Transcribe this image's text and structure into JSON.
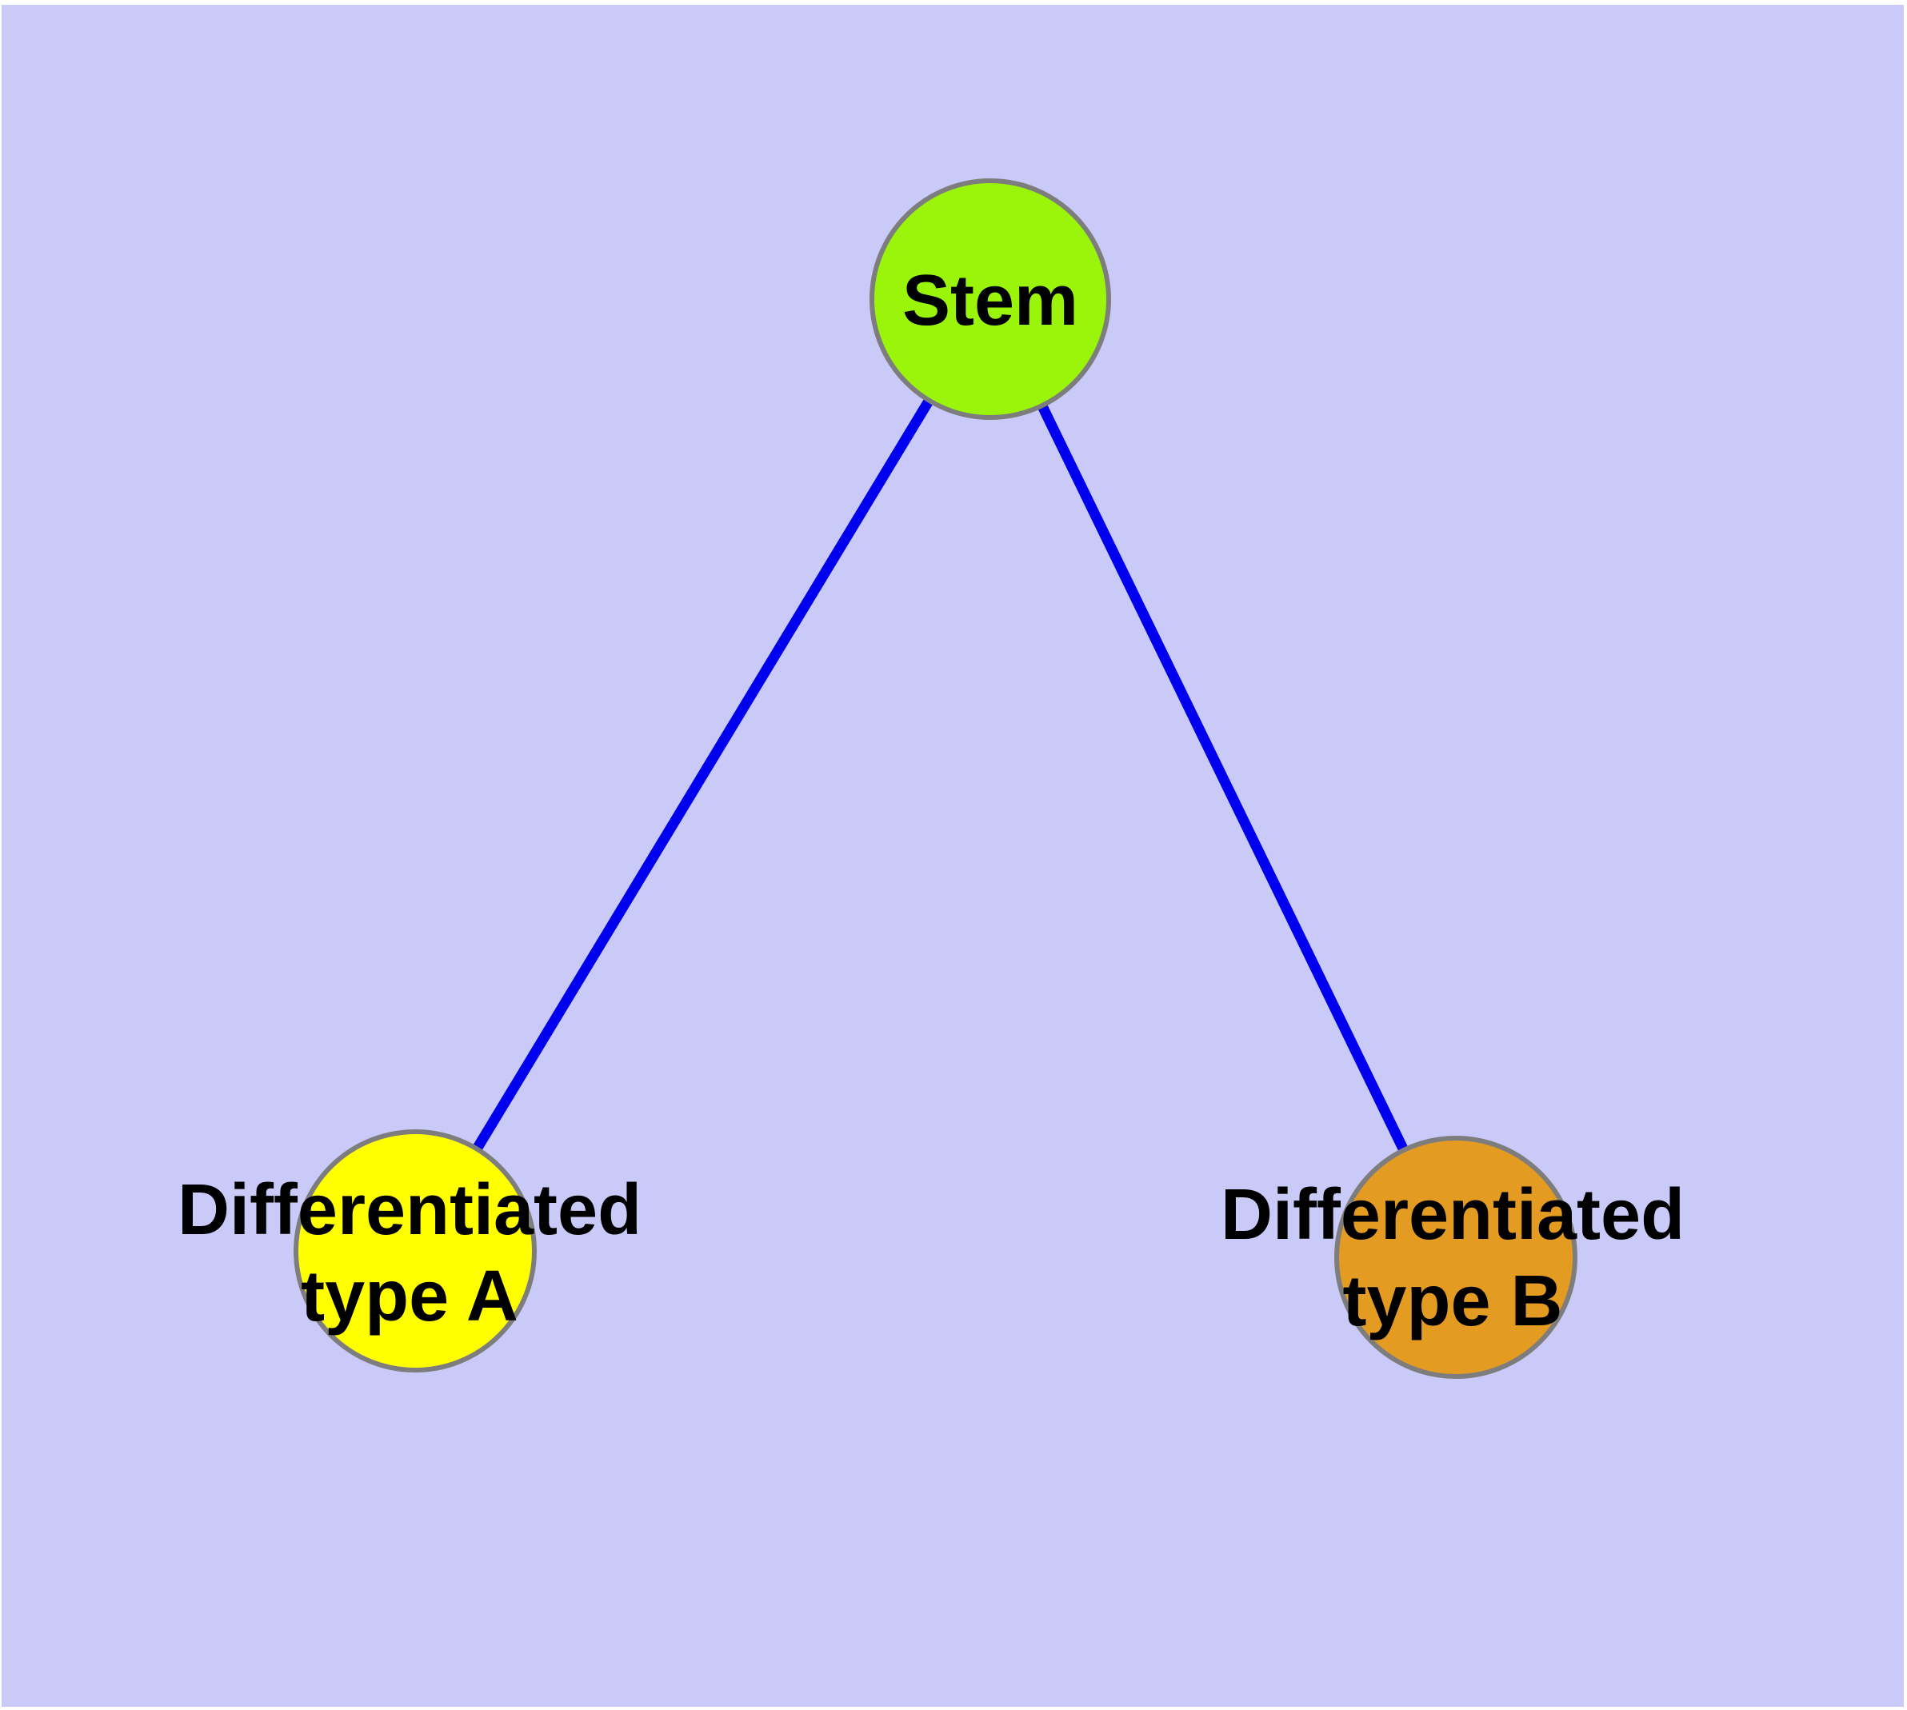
{
  "diagram": {
    "background_color": "#CACAF8",
    "frame_color": "#FFFFFF",
    "edge_color": "#0000EE",
    "node_border_color": "#7D7D7D",
    "label_color": "#000000",
    "nodes": [
      {
        "id": "stem",
        "label_lines": [
          "Stem"
        ],
        "color": "#9AF50A"
      },
      {
        "id": "differentiated-type-a",
        "label_lines": [
          "Differentiated",
          "type A"
        ],
        "color": "#FFFF00"
      },
      {
        "id": "differentiated-type-b",
        "label_lines": [
          "Differentiated",
          "type B"
        ],
        "color": "#E49B22"
      }
    ],
    "edges": [
      {
        "from": "Stem",
        "to": "Differentiated type A"
      },
      {
        "from": "Stem",
        "to": "Differentiated type B"
      }
    ]
  }
}
